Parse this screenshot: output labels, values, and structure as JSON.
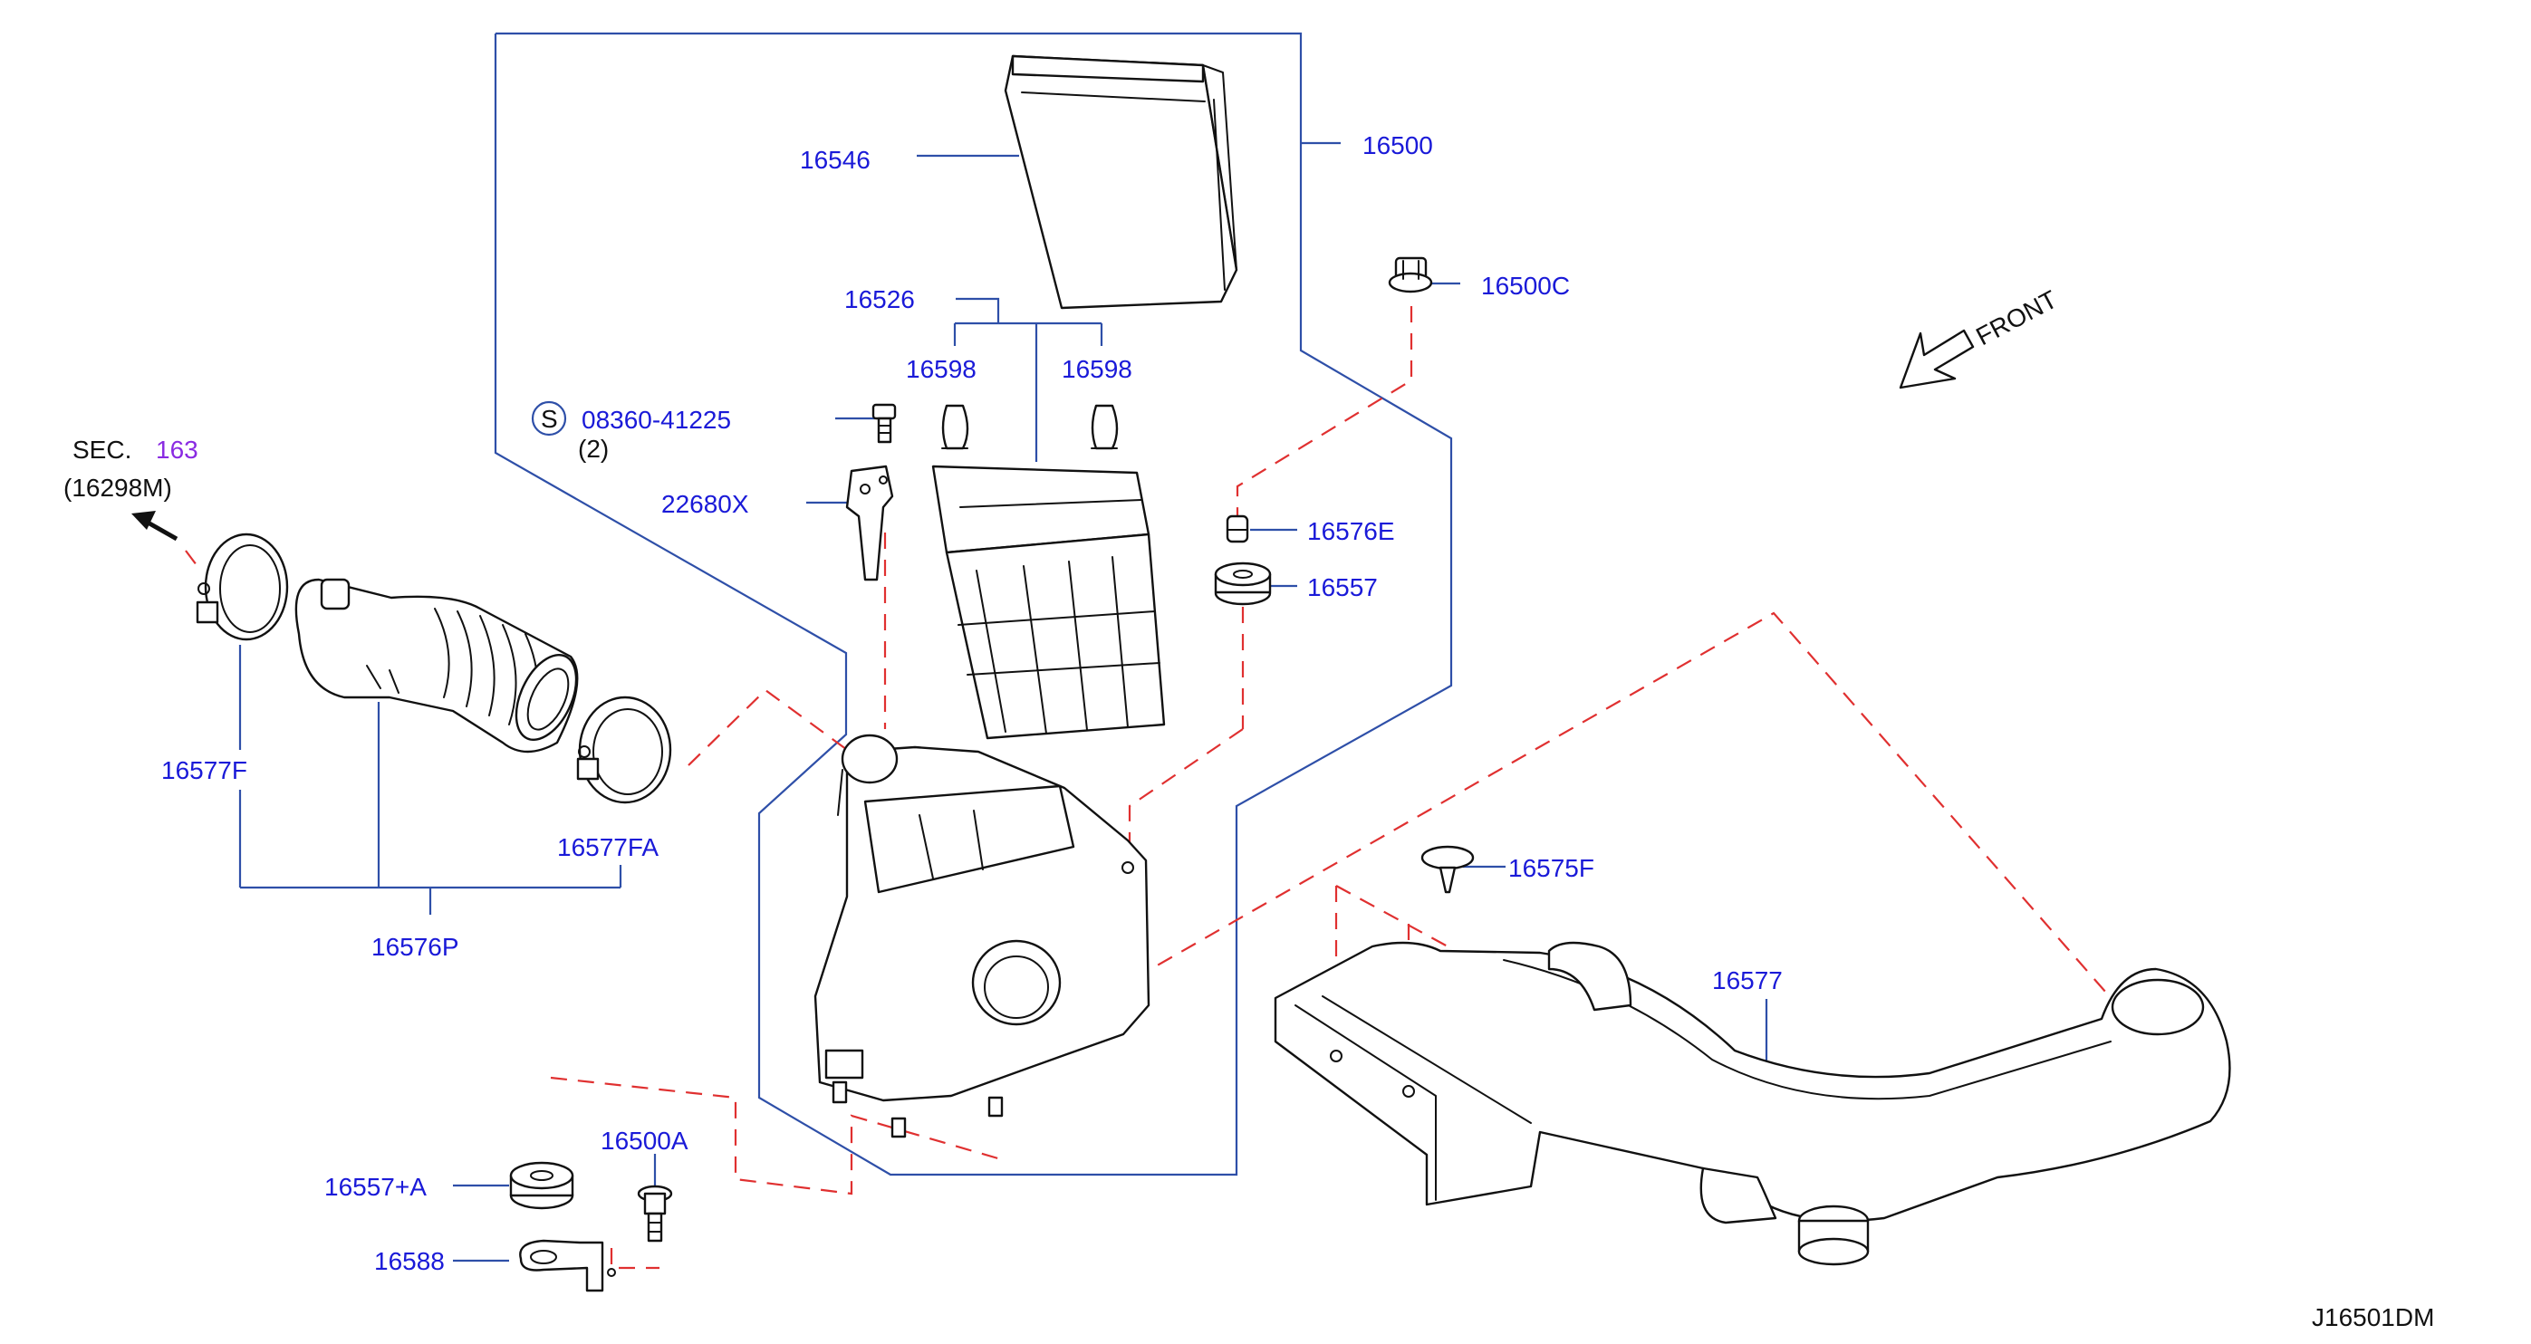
{
  "labels": {
    "l16546": "16546",
    "l16500": "16500",
    "l16500C": "16500C",
    "l16526": "16526",
    "l16598a": "16598",
    "l16598b": "16598",
    "lbolt": "08360-41225",
    "lqty": "(2)",
    "lbolt_s": "S",
    "l22680X": "22680X",
    "l16576E": "16576E",
    "l16557": "16557",
    "lsec": "SEC.",
    "lsec163": "163",
    "l16298M": "(16298M)",
    "l16577F": "16577F",
    "l16577FA": "16577FA",
    "l16576P": "16576P",
    "l16575F": "16575F",
    "l16577": "16577",
    "l16500A": "16500A",
    "l16557A": "16557+A",
    "l16588": "16588",
    "lfront": "FRONT",
    "ldiagram": "J16501DM"
  },
  "colors": {
    "label": "#1a1ad8",
    "leader": "#2e4fa8",
    "dashed": "#e03030",
    "part_outline": "#111111",
    "section_ref": "#8a2be2"
  }
}
